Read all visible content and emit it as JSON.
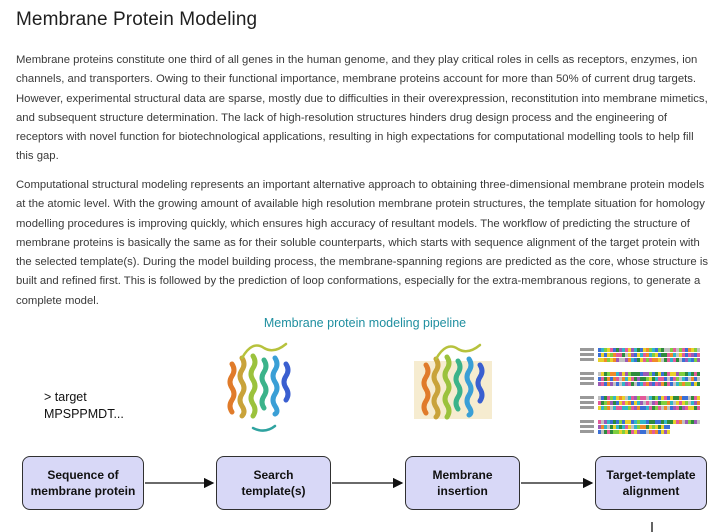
{
  "page": {
    "title": "Membrane Protein Modeling",
    "paragraphs": [
      "Membrane proteins constitute one third of all genes in the human genome, and they play critical roles in cells as receptors, enzymes, ion channels, and transporters. Owing to their functional importance, membrane proteins account for more than 50% of current drug targets. However, experimental structural data are sparse, mostly due to difficulties in their overexpression, reconstitution into membrane mimetics, and subsequent structure determination. The lack of high-resolution structures hinders drug design process and the engineering of receptors with novel function for biotechnological applications, resulting in high expectations for computational modelling tools to help fill this gap.",
      "Computational structural modeling represents an important alternative approach to obtaining three-dimensional membrane protein models at the atomic level. With the growing amount of available high resolution membrane protein structures, the template situation for homology modelling procedures is improving quickly, which ensures high accuracy of resultant models. The workflow of predicting the structure of membrane proteins is basically the same as for their soluble counterparts, which starts with sequence alignment of the target protein with the selected template(s). During the model building process, the membrane-spanning regions are predicted as the core, whose structure is built and refined first. This is followed by the prediction of loop conformations, especially for the extra-membranous regions, to generate a complete model."
    ]
  },
  "pipeline": {
    "title": "Membrane protein modeling pipeline",
    "fasta_header": "> target",
    "fasta_sequence": "MPSPPMDT...",
    "steps": [
      "Sequence of membrane protein",
      "Search template(s)",
      "Membrane insertion",
      "Target-template alignment"
    ],
    "colors": {
      "box_fill": "#d8d8f7",
      "title_color": "#1f8fa0",
      "membrane_slab": "#f6ecd0"
    },
    "icons": [
      "protein-structure-image",
      "membrane-embedded-protein-image",
      "sequence-alignment-image"
    ]
  }
}
